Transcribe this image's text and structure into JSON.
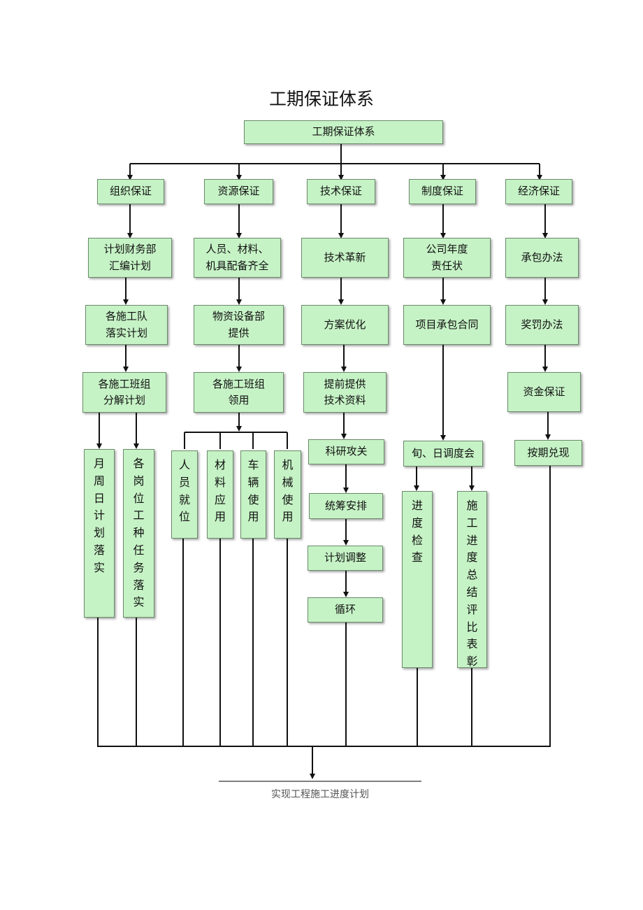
{
  "title": "工期保证体系",
  "nodes": {
    "root": "工期保证体系",
    "org": "组织保证",
    "res": "资源保证",
    "tech": "技术保证",
    "sys": "制度保证",
    "eco": "经济保证",
    "org1": "计划财务部\n汇编计划",
    "org2": "各施工队\n落实计划",
    "org3": "各施工班组\n分解计划",
    "org4a": "月\n周\n日\n计\n划\n落\n实",
    "org4b": "各\n岗\n位\n工\n种\n任\n务\n落\n实",
    "res1": "人员、材料、\n机具配备齐全",
    "res2": "物资设备部\n提供",
    "res3": "各施工班组\n领用",
    "res4a": "人\n员\n就\n位",
    "res4b": "材\n料\n应\n用",
    "res4c": "车\n辆\n使\n用",
    "res4d": "机\n械\n使\n用",
    "tech1": "技术革新",
    "tech2": "方案优化",
    "tech3": "提前提供\n技术资料",
    "tech4": "科研攻关",
    "tech5": "统筹安排",
    "tech6": "计划调整",
    "tech7": "循环",
    "sys1": "公司年度\n责任状",
    "sys2": "项目承包合同",
    "sys3": "旬、日调度会",
    "sys4a": "进\n度\n检\n查",
    "sys4b": "施\n工\n进\n度\n总\n结\n评\n比\n表\n彰",
    "eco1": "承包办法",
    "eco2": "奖罚办法",
    "eco3": "资金保证",
    "eco4": "按期兑现"
  },
  "result": "实现工程施工进度计划"
}
